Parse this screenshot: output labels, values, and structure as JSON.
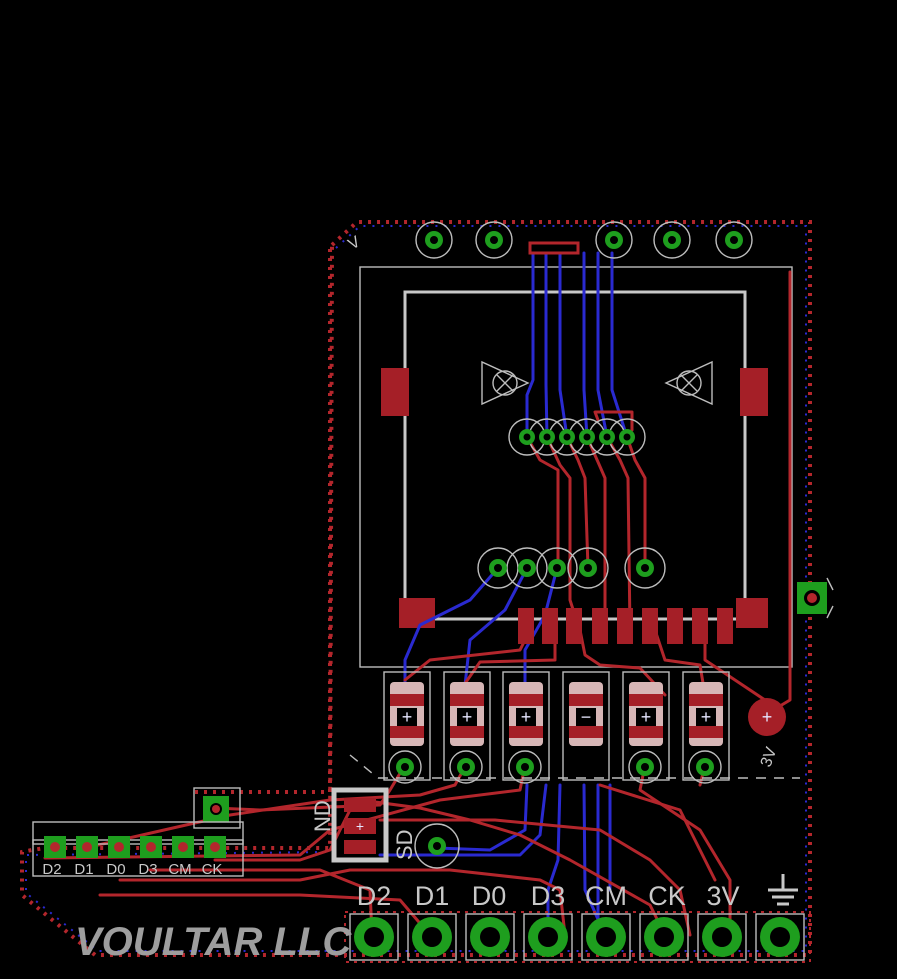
{
  "board": {
    "colors": {
      "background": "#000000",
      "top_copper": "#b3262c",
      "bottom_copper": "#2a2ad0",
      "silkscreen": "#c8c8c8",
      "via_ring": "#1e9e1e"
    },
    "logo_text": "VOULTAR LLC",
    "connector_labels": [
      "D2",
      "D1",
      "D0",
      "D3",
      "CM",
      "CK",
      "3V",
      "GND"
    ],
    "ground_symbol": "ground-icon",
    "small_header_labels": [
      "D2",
      "D1",
      "D0",
      "D3",
      "CM",
      "CK"
    ],
    "switch_labels": {
      "left": "ND",
      "right": "SD"
    },
    "corner_marks": {
      "top_left": "V",
      "bottom_right": "3V"
    },
    "plus_marker": "+",
    "minus_marker": "−"
  }
}
